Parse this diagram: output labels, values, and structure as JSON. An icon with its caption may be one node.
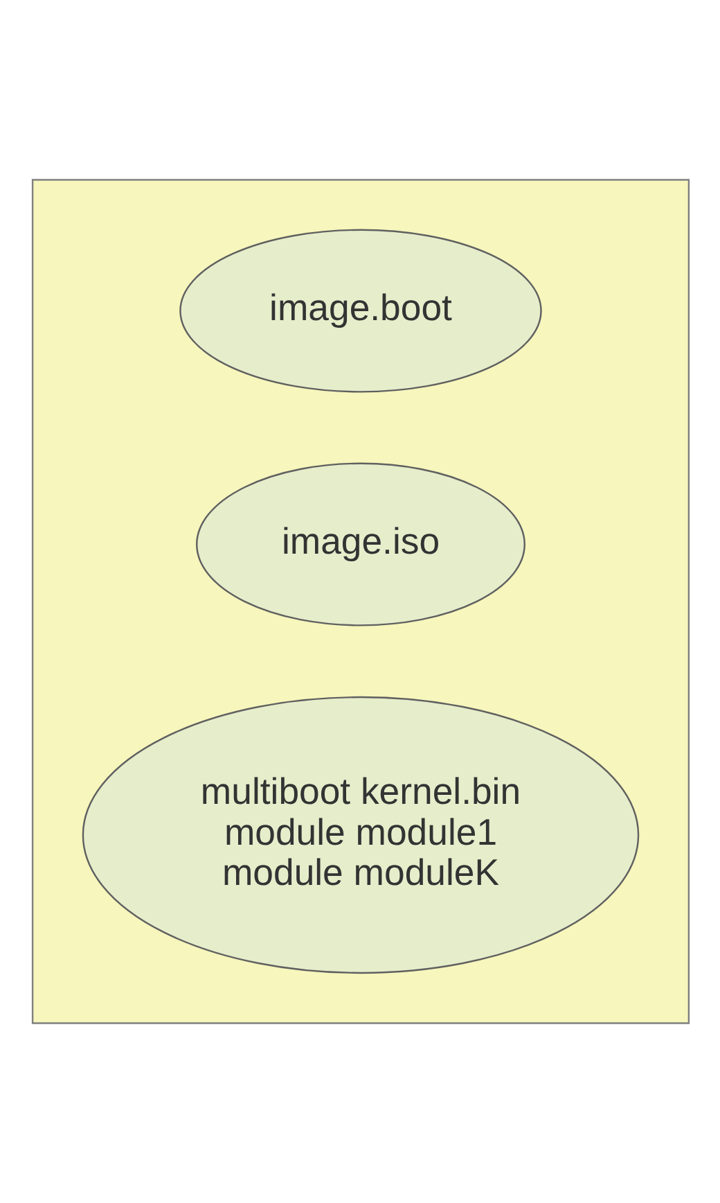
{
  "diagram": {
    "nodes": [
      {
        "text": [],
        "shape": "box"
      },
      {
        "text": [
          "image.boot"
        ],
        "in": 0
      },
      {
        "text": [
          "image.iso"
        ],
        "in": 0
      },
      {
        "text": [
          "multiboot kernel.bin",
          "module module1",
          "module moduleK"
        ],
        "in": 0
      }
    ]
  }
}
